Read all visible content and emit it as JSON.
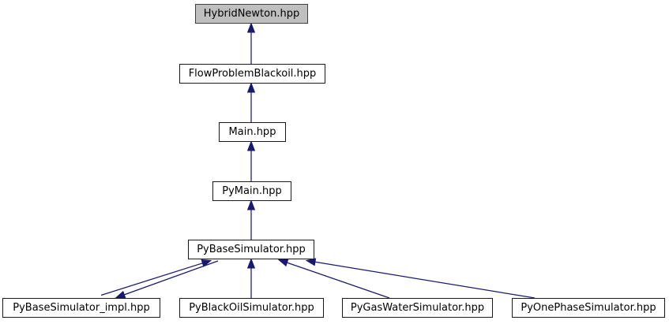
{
  "diagram": {
    "kind": "doxygen-include-dependency-graph",
    "background_color": "#ffffff",
    "edge_color": "#191970",
    "node_fill": "#ffffff",
    "node_border_color": "#1a1a1a",
    "highlighted_node_fill": "#bfbfbf",
    "highlighted_node_border": "#404040",
    "nodes": [
      {
        "id": "HybridNewton",
        "label": "HybridNewton.hpp",
        "highlighted": true
      },
      {
        "id": "FlowProblemBlackoil",
        "label": "FlowProblemBlackoil.hpp",
        "highlighted": false
      },
      {
        "id": "Main",
        "label": "Main.hpp",
        "highlighted": false
      },
      {
        "id": "PyMain",
        "label": "PyMain.hpp",
        "highlighted": false
      },
      {
        "id": "PyBaseSimulator",
        "label": "PyBaseSimulator.hpp",
        "highlighted": false
      },
      {
        "id": "PyBaseSimulator_impl",
        "label": "PyBaseSimulator_impl.hpp",
        "highlighted": false
      },
      {
        "id": "PyBlackOilSimulator",
        "label": "PyBlackOilSimulator.hpp",
        "highlighted": false
      },
      {
        "id": "PyGasWaterSimulator",
        "label": "PyGasWaterSimulator.hpp",
        "highlighted": false
      },
      {
        "id": "PyOnePhaseSimulator",
        "label": "PyOnePhaseSimulator.hpp",
        "highlighted": false
      }
    ],
    "edges": [
      {
        "from": "FlowProblemBlackoil.hpp",
        "to": "HybridNewton.hpp",
        "style": "solid"
      },
      {
        "from": "Main.hpp",
        "to": "FlowProblemBlackoil.hpp",
        "style": "solid"
      },
      {
        "from": "PyMain.hpp",
        "to": "Main.hpp",
        "style": "solid"
      },
      {
        "from": "PyBaseSimulator.hpp",
        "to": "PyMain.hpp",
        "style": "solid"
      },
      {
        "from": "PyBaseSimulator_impl.hpp",
        "to": "PyBaseSimulator.hpp",
        "style": "solid"
      },
      {
        "from": "PyBaseSimulator.hpp",
        "to": "PyBaseSimulator_impl.hpp",
        "style": "solid"
      },
      {
        "from": "PyBlackOilSimulator.hpp",
        "to": "PyBaseSimulator.hpp",
        "style": "solid"
      },
      {
        "from": "PyGasWaterSimulator.hpp",
        "to": "PyBaseSimulator.hpp",
        "style": "solid"
      },
      {
        "from": "PyOnePhaseSimulator.hpp",
        "to": "PyBaseSimulator.hpp",
        "style": "solid"
      }
    ]
  }
}
